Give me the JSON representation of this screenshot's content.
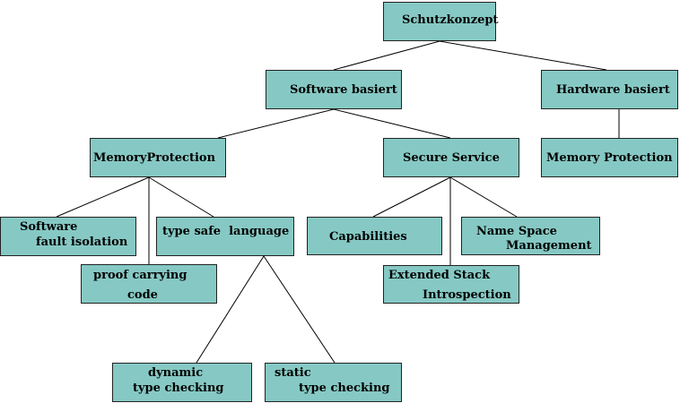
{
  "diagram": {
    "root": "Schutzkonzept",
    "software": "Software basiert",
    "hardware": "Hardware basiert",
    "memory_protection": "MemoryProtection",
    "secure_service": "Secure Service",
    "hw_memory_protection": "Memory Protection",
    "sfi": {
      "line1": "Software",
      "line2": "fault isolation"
    },
    "pcc": {
      "line1": "proof carrying",
      "line2": "code"
    },
    "type_safe": "type safe  language",
    "capabilities": "Capabilities",
    "name_space": {
      "line1": "Name Space",
      "line2": "Management"
    },
    "stack": {
      "line1": "Extended Stack",
      "line2": "Introspection"
    },
    "dynamic": {
      "line1": "dynamic",
      "line2": "type checking"
    },
    "static": {
      "line1": "static",
      "line2": "type checking"
    }
  }
}
